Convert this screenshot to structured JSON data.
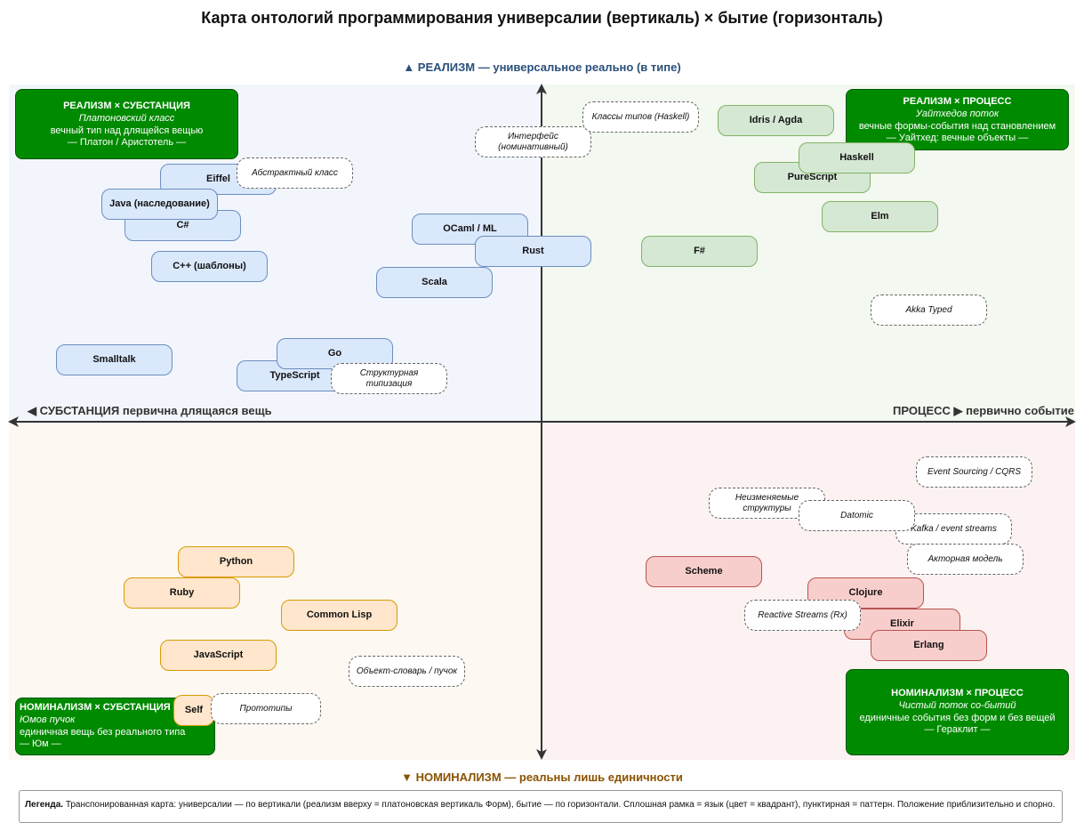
{
  "title": "Карта онтологий программирования универсалии (вертикаль) × бытие (горизонталь)",
  "axes": {
    "top": "▲ РЕАЛИЗМ — универсальное реально (в типе)",
    "bottom": "▼ НОМИНАЛИЗМ — реальны лишь единичности",
    "left": "◀ СУБСТАНЦИЯ первична длящаяся вещь",
    "right": "ПРОЦЕСС ▶ первично событие"
  },
  "colors": {
    "realism_substance_bg": "#f2f6fc",
    "realism_process_bg": "#f3f8f0",
    "nominalism_substance_bg": "#fdf8f2",
    "nominalism_process_bg": "#fcf2f2",
    "corner_green": "#008a00",
    "axis_top_text": "#2a4f7a",
    "axis_bottom_text": "#8a5200",
    "axis_side_text": "#333333"
  },
  "corners": {
    "rs": {
      "title": "РЕАЛИЗМ × СУБСТАНЦИЯ",
      "subtitle": "Платоновский класс",
      "desc": "вечный тип над длящейся вещью",
      "author": "— Платон / Аристотель —"
    },
    "rp": {
      "title": "РЕАЛИЗМ × ПРОЦЕСС",
      "subtitle": "Уайтхедов поток",
      "desc": "вечные формы-события над становлением",
      "author": "— Уайтхед: вечные объекты —"
    },
    "ns": {
      "title": "НОМИНАЛИЗМ × СУБСТАНЦИЯ",
      "subtitle": "Юмов пучок",
      "desc": "единичная вещь без реального типа",
      "author": "— Юм —"
    },
    "np": {
      "title": "НОМИНАЛИЗМ × ПРОЦЕСС",
      "subtitle": "Чистый поток со-бытий",
      "desc": "единичные события без форм и без вещей",
      "author": "— Гераклит —"
    }
  },
  "languages": {
    "eiffel": "Eiffel",
    "java": "Java (наследование)",
    "csharp": "C#",
    "cpp": "C++ (шаблоны)",
    "ocaml": "OCaml / ML",
    "rust": "Rust",
    "scala": "Scala",
    "smalltalk": "Smalltalk",
    "go": "Go",
    "typescript": "TypeScript",
    "idris": "Idris / Agda",
    "purescript": "PureScript",
    "haskell": "Haskell",
    "elm": "Elm",
    "fsharp": "F#",
    "python": "Python",
    "ruby": "Ruby",
    "commonlisp": "Common Lisp",
    "javascript": "JavaScript",
    "self": "Self",
    "scheme": "Scheme",
    "clojure": "Clojure",
    "elixir": "Elixir",
    "erlang": "Erlang"
  },
  "patterns": {
    "abstract_class": "Абстрактный класс",
    "interface_nominative": "Интерфейс (номинативный)",
    "typeclasses": "Классы типов (Haskell)",
    "structural_typing": "Структурная типизация",
    "akka_typed": "Akka Typed",
    "object_dict": "Объект-словарь / пучок",
    "prototypes": "Прототипы",
    "event_sourcing": "Event Sourcing / CQRS",
    "immutable": "Неизменяемые структуры",
    "datomic": "Datomic",
    "kafka": "Kafka / event streams",
    "actor_model": "Акторная модель",
    "reactive": "Reactive Streams (Rx)"
  },
  "legend": {
    "label": "Легенда.",
    "text": "Транспонированная карта: универсалии — по вертикали (реализм вверху = платоновская вертикаль Форм), бытие — по горизонтали. Сплошная рамка = язык (цвет = квадрант), пунктирная = паттерн. Положение приблизительно и спорно."
  }
}
